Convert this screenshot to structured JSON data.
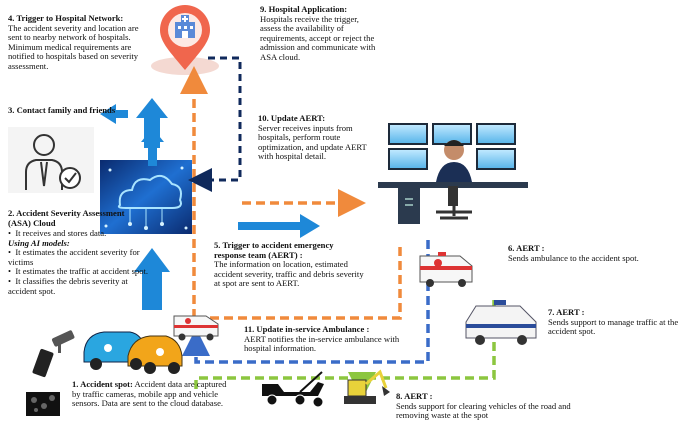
{
  "steps": {
    "s1": {
      "title": "1. Accident spot:",
      "text": " Accident data are captured by traffic cameras, mobile app and vehicle sensors. Data are sent to the cloud database."
    },
    "s2": {
      "title": "2. Accident Severity Assessment (ASA) Cloud",
      "bullet1": "It receives and stores data.",
      "ai_heading": "Using AI models:",
      "b2": "It estimates the accident severity for victims",
      "b3": "It estimates the traffic at accident spot.",
      "b4": "It classifies the debris severity at accident spot."
    },
    "s3": {
      "title": "3. Contact family and friends"
    },
    "s4": {
      "title": "4. Trigger to Hospital Network:",
      "text": "The accident severity and location are sent to nearby network of hospitals. Minimum medical requirements are notified to hospitals based on severity assessment."
    },
    "s5": {
      "title": "5. Trigger to accident emergency response team (AERT) :",
      "text": "The information on location, estimated accident severity, traffic and debris severity at spot are sent to AERT."
    },
    "s6": {
      "title": "6. AERT :",
      "text": "Sends ambulance to the accident spot."
    },
    "s7": {
      "title": "7. AERT :",
      "text": "Sends support to manage traffic at the accident spot."
    },
    "s8": {
      "title": "8. AERT :",
      "text": "Sends support for clearing vehicles of the road and removing waste at the spot"
    },
    "s9": {
      "title": "9. Hospital Application:",
      "text": "Hospitals receive the trigger, assess the availability of requirements, accept or reject the admission and communicate with ASA cloud."
    },
    "s10": {
      "title": "10. Update AERT:",
      "text": "Server receives inputs from hospitals, perform route optimization, and update AERT with hospital detail."
    },
    "s11": {
      "title": "11. Update in-service Ambulance :",
      "text": "AERT notifies the in-service ambulance with hospital information."
    }
  },
  "colors": {
    "blue_arrow": "#1e88d8",
    "orange_dash": "#f08a3c",
    "navy_dash": "#102a5c",
    "blue_dash": "#3a6cc8",
    "green_dash": "#8cc63f"
  },
  "icons": [
    "hospital-location-pin-icon",
    "person-checkmark-icon",
    "cloud-network-icon",
    "control-room-operator-icon",
    "ambulance-icon",
    "police-car-icon",
    "tow-truck-icon",
    "excavator-icon",
    "crashed-cars-icon",
    "cctv-camera-icon",
    "mobile-phone-icon",
    "vehicle-sensor-icon"
  ]
}
